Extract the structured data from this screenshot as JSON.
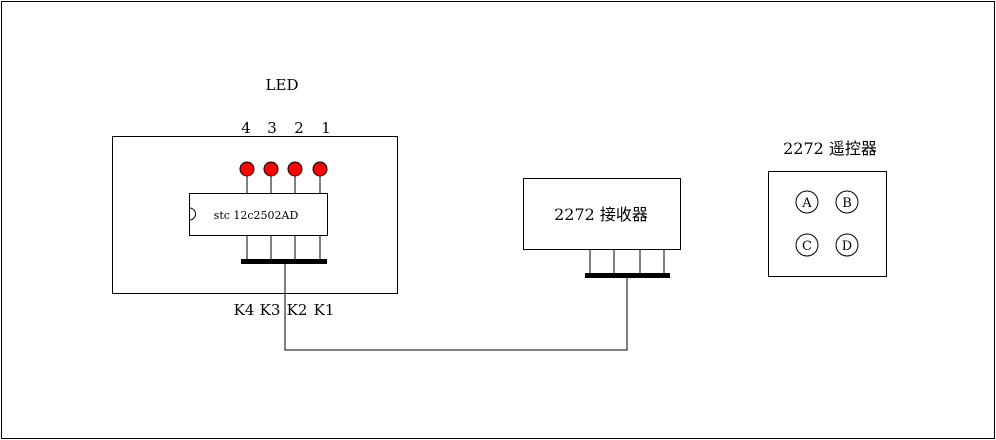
{
  "led_board": {
    "title": "LED",
    "led_numbers": [
      "4",
      "3",
      "2",
      "1"
    ],
    "chip_label": "stc 12c2502AD",
    "key_labels": [
      "K4",
      "K3",
      "K2",
      "K1"
    ]
  },
  "receiver": {
    "label": "2272 接收器"
  },
  "remote": {
    "title": "2272 遥控器",
    "buttons": [
      "A",
      "B",
      "C",
      "D"
    ]
  },
  "colors": {
    "led": "#ff0000",
    "line": "#000000",
    "background": "#ffffff"
  }
}
